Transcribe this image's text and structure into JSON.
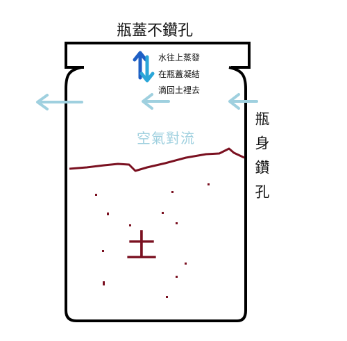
{
  "labels": {
    "lid_caption": "瓶蓋不鑽孔",
    "evap_notes": [
      "水往上蒸發",
      "在瓶蓋凝結",
      "滴回土裡去"
    ],
    "convection": "空氣對流",
    "side_caption": "瓶身鑽孔",
    "soil": "土"
  },
  "colors": {
    "outline": "#000000",
    "soil_line": "#7a1020",
    "arrow_air": "#9fd0df",
    "arrow_up": "#1e5fc4",
    "arrow_down": "#2aa6d8"
  }
}
